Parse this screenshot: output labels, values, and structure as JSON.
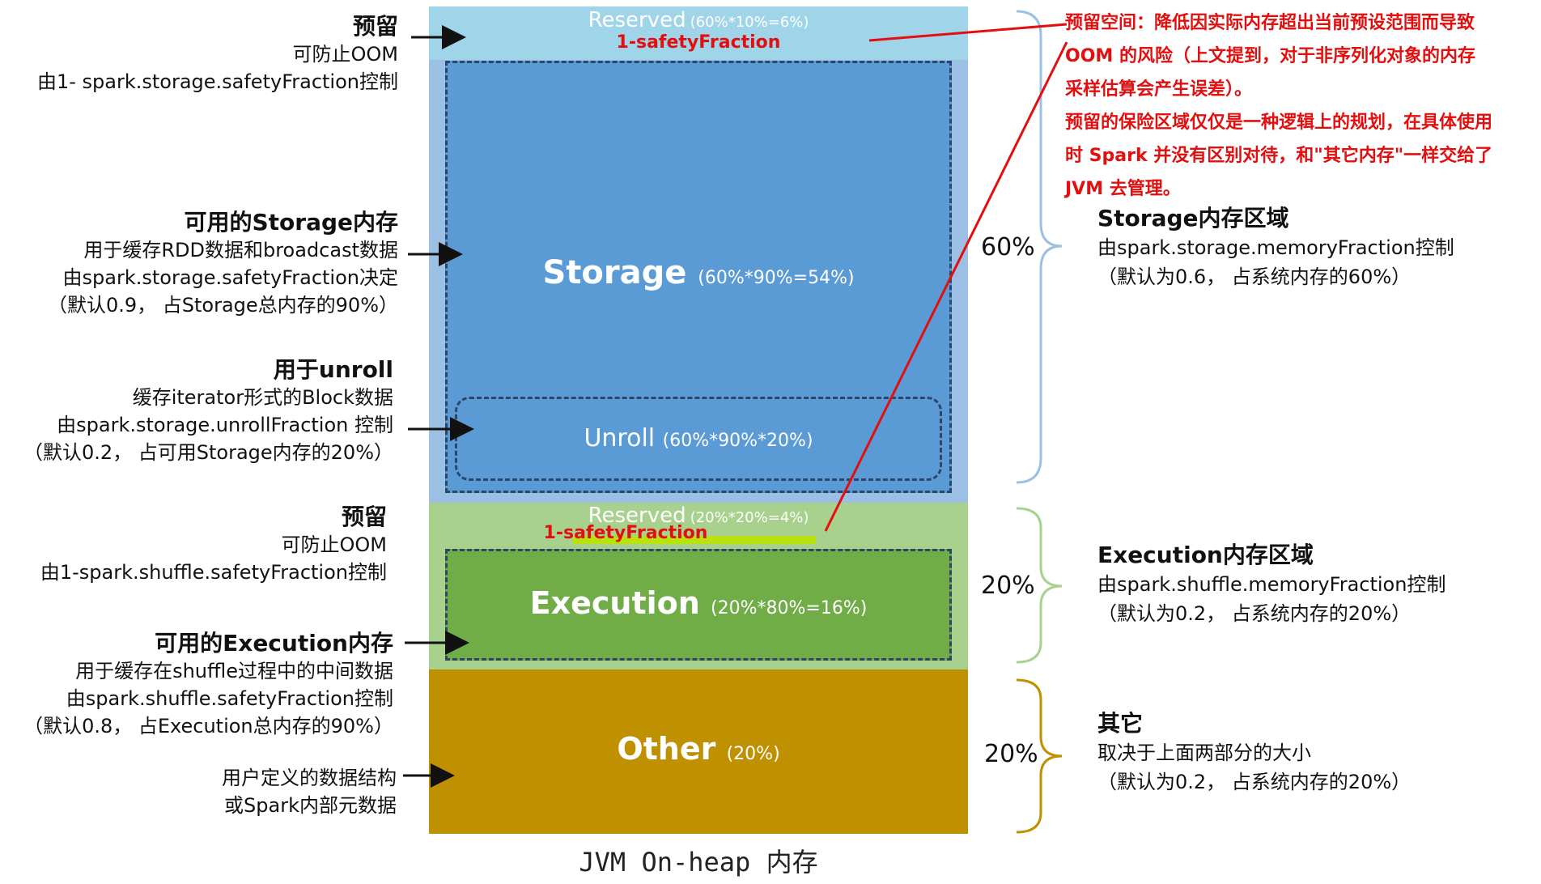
{
  "colors": {
    "reserved_storage": "#a0d4e9",
    "storage_zone": "#9cbfe4",
    "storage": "#5b9bd5",
    "reserved_execution": "#a9d18e",
    "execution": "#70ad47",
    "other": "#bf9000",
    "annotation_red": "#e30e0e",
    "highlight": "#b8e30e"
  },
  "column": {
    "reserved_top": {
      "label": "Reserved",
      "detail": "(60%*10%=6%)",
      "fraction": "1-safetyFraction"
    },
    "storage": {
      "label": "Storage",
      "detail": "(60%*90%=54%)"
    },
    "unroll": {
      "label": "Unroll",
      "detail": "(60%*90%*20%)"
    },
    "reserved_mid": {
      "label": "Reserved",
      "detail": "(20%*20%=4%)",
      "fraction": "1-safetyFraction"
    },
    "execution": {
      "label": "Execution",
      "detail": "(20%*80%=16%)"
    },
    "other": {
      "label": "Other",
      "detail": "(20%)"
    },
    "caption": "JVM On-heap 内存"
  },
  "left": {
    "reserved1": {
      "title": "预留",
      "l1": "可防止OOM",
      "l2": "由1- spark.storage.safetyFraction控制"
    },
    "storage": {
      "title": "可用的Storage内存",
      "l1": "用于缓存RDD数据和broadcast数据",
      "l2": "由spark.storage.safetyFraction决定",
      "l3": "（默认0.9， 占Storage总内存的90%）"
    },
    "unroll": {
      "title": "用于unroll",
      "l1": "缓存iterator形式的Block数据",
      "l2": "由spark.storage.unrollFraction 控制",
      "l3": "（默认0.2， 占可用Storage内存的20%）"
    },
    "reserved2": {
      "title": "预留",
      "l1": "可防止OOM",
      "l2": "由1-spark.shuffle.safetyFraction控制"
    },
    "execution": {
      "title": "可用的Execution内存",
      "l1": "用于缓存在shuffle过程中的中间数据",
      "l2": "由spark.shuffle.safetyFraction控制",
      "l3": "（默认0.8， 占Execution总内存的90%）"
    },
    "other": {
      "l1": "用户定义的数据结构",
      "l2": "或Spark内部元数据"
    }
  },
  "right": {
    "pct_storage": "60%",
    "pct_execution": "20%",
    "pct_other": "20%",
    "storage": {
      "title": "Storage内存区域",
      "l1": "由spark.storage.memoryFraction控制",
      "l2": "（默认为0.6， 占系统内存的60%）"
    },
    "execution": {
      "title": "Execution内存区域",
      "l1": "由spark.shuffle.memoryFraction控制",
      "l2": "（默认为0.2， 占系统内存的20%）"
    },
    "other": {
      "title": "其它",
      "l1": "取决于上面两部分的大小",
      "l2": "（默认为0.2， 占系统内存的20%）"
    }
  },
  "note": {
    "l1": "预留空间：降低因实际内存超出当前预设范围而导致",
    "l2": "OOM 的风险（上文提到，对于非序列化对象的内存",
    "l3": "采样估算会产生误差）。",
    "l4": "预留的保险区域仅仅是一种逻辑上的规划，在具体使用",
    "l5": "时 Spark 并没有区别对待，和\"其它内存\"一样交给了",
    "l6": "JVM 去管理。"
  }
}
